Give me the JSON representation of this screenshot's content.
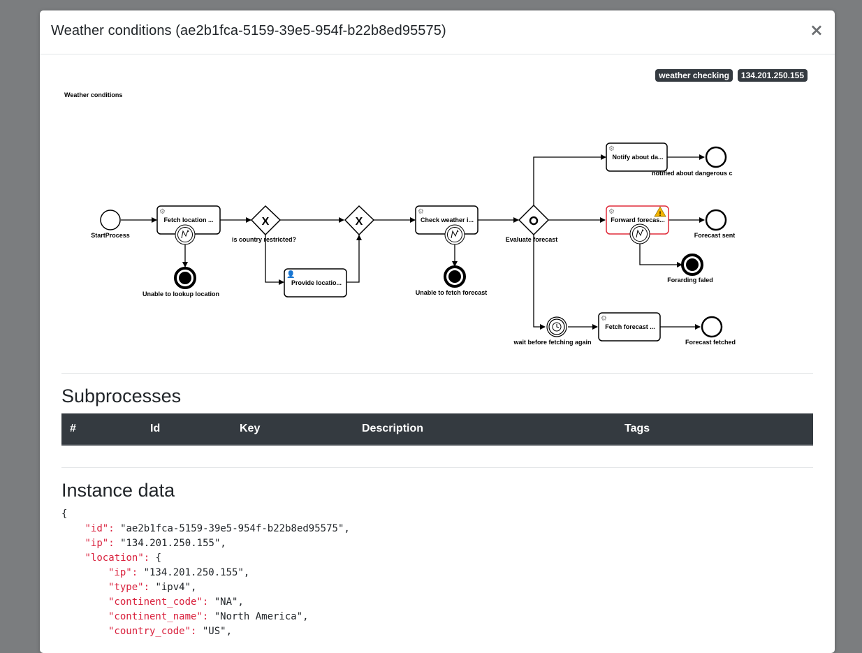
{
  "modal": {
    "title": "Weather conditions (ae2b1fca-5159-39e5-954f-b22b8ed95575)",
    "close_label": "×"
  },
  "badges": [
    "weather checking",
    "134.201.250.155"
  ],
  "diagram": {
    "process_name": "Weather conditions",
    "start_event": "StartProcess",
    "task_fetch_location": "Fetch location ...",
    "end_unable_lookup": "Unable to lookup location",
    "gateway_country_restricted": "is country restricted?",
    "task_provide_location": "Provide locatio...",
    "task_check_weather": "Check weather i...",
    "end_unable_fetch": "Unable to fetch forecast",
    "gateway_evaluate": "Evaluate forecast",
    "task_notify": "Notify about da...",
    "end_notified": "notified about dangerous c",
    "task_forward": "Forward forecas...",
    "end_forecast_sent": "Forecast sent",
    "end_forwarding_failed": "Forarding faled",
    "timer_wait": "wait before fetching again",
    "task_fetch_forecast": "Fetch forecast ...",
    "end_forecast_fetched": "Forecast fetched",
    "colors": {
      "line": "#000000",
      "error": "#e02b3a",
      "warning": "#f4b400"
    }
  },
  "subprocesses": {
    "title": "Subprocesses",
    "columns": [
      "#",
      "Id",
      "Key",
      "Description",
      "Tags"
    ]
  },
  "instance_data": {
    "title": "Instance data",
    "open_brace": "{",
    "lines": [
      {
        "key": "\"id\"",
        "sep": ": ",
        "value": "\"ae2b1fca-5159-39e5-954f-b22b8ed95575\",",
        "depth": 1
      },
      {
        "key": "\"ip\"",
        "sep": ": ",
        "value": "\"134.201.250.155\",",
        "depth": 1
      },
      {
        "key": "\"location\"",
        "sep": ": ",
        "value": "{",
        "depth": 1
      },
      {
        "key": "\"ip\"",
        "sep": ": ",
        "value": "\"134.201.250.155\",",
        "depth": 2
      },
      {
        "key": "\"type\"",
        "sep": ": ",
        "value": "\"ipv4\",",
        "depth": 2
      },
      {
        "key": "\"continent_code\"",
        "sep": ": ",
        "value": "\"NA\",",
        "depth": 2
      },
      {
        "key": "\"continent_name\"",
        "sep": ": ",
        "value": "\"North America\",",
        "depth": 2
      },
      {
        "key": "\"country_code\"",
        "sep": ": ",
        "value": "\"US\",",
        "depth": 2
      }
    ]
  }
}
